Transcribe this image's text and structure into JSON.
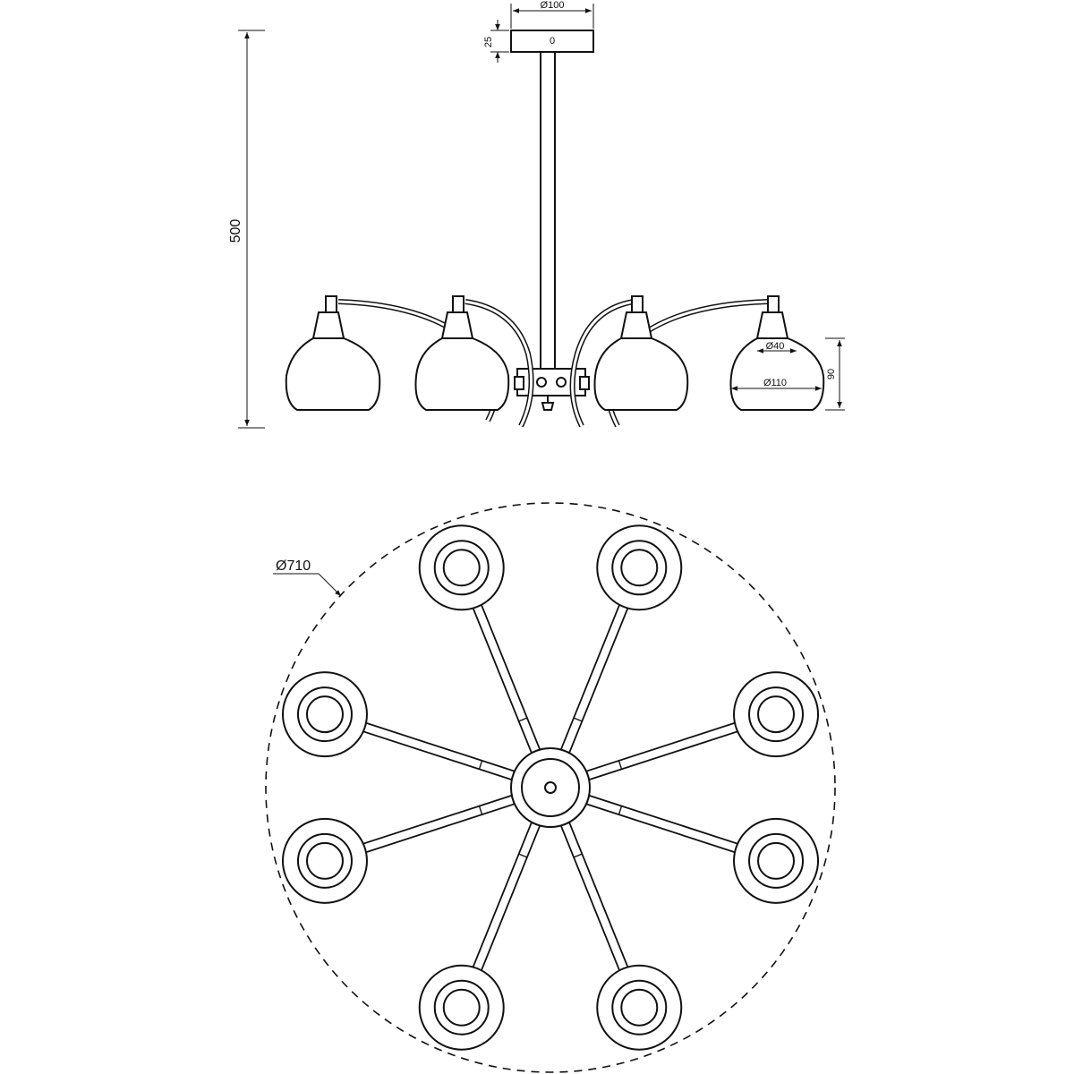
{
  "colors": {
    "line": "#111111",
    "background": "#ffffff"
  },
  "dimensions": {
    "canopy_diameter": "Ø100",
    "canopy_height": "25",
    "canopy_label": "0",
    "total_height": "500",
    "shade_inner_diameter": "Ø40",
    "shade_outer_diameter": "Ø110",
    "shade_height": "90",
    "overall_diameter": "Ø710"
  }
}
